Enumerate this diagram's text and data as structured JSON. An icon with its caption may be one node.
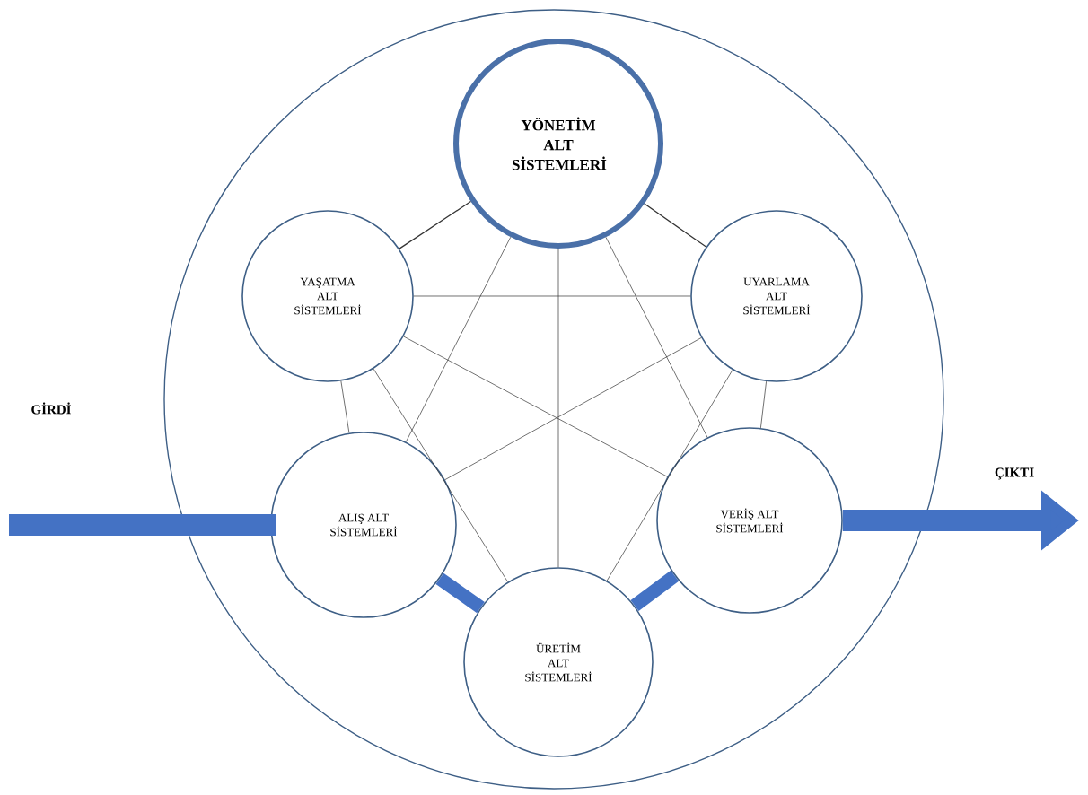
{
  "diagram": {
    "nodes": [
      {
        "text": [],
        "shape": "circle"
      },
      {
        "text": [
          "YÖNETİM ALT SİSTEMLERİ"
        ],
        "in": 0
      },
      {
        "text": [
          "YAŞATMA ALT SİSTEMLERİ"
        ],
        "in": 0
      },
      {
        "text": [
          "UYARLAMA ALT SİSTEMLERİ"
        ],
        "in": 0
      },
      {
        "text": [
          "ALIŞ ALT SİSTEMLERİ"
        ],
        "in": 0
      },
      {
        "text": [
          "VERİŞ ALT SİSTEMLERİ"
        ],
        "in": 0
      },
      {
        "text": [
          "ÜRETİM ALT SİSTEMLERİ"
        ],
        "in": 0
      }
    ],
    "edges": [
      {
        "from": 1,
        "to": 2,
        "arrow": "none"
      },
      {
        "from": 1,
        "to": 3,
        "arrow": "none"
      },
      {
        "from": 1,
        "to": 4,
        "arrow": "none"
      },
      {
        "from": 1,
        "to": 5,
        "arrow": "none"
      },
      {
        "from": 1,
        "to": 6,
        "arrow": "none"
      },
      {
        "from": 2,
        "to": 3,
        "arrow": "none"
      },
      {
        "from": 2,
        "to": 4,
        "arrow": "none"
      },
      {
        "from": 2,
        "to": 5,
        "arrow": "none"
      },
      {
        "from": 2,
        "to": 6,
        "arrow": "none"
      },
      {
        "from": 3,
        "to": 4,
        "arrow": "none"
      },
      {
        "from": 3,
        "to": 5,
        "arrow": "none"
      },
      {
        "from": 3,
        "to": 6,
        "arrow": "none"
      },
      {
        "from": 4,
        "to": 6,
        "arrow": "none",
        "style": "thick",
        "color": "#4472c4"
      },
      {
        "from": 5,
        "to": 6,
        "arrow": "none",
        "style": "thick",
        "color": "#4472c4"
      },
      {
        "from": null,
        "to": 4,
        "arrow": "none",
        "style": "thick",
        "color": "#4472c4"
      },
      {
        "from": 5,
        "to": null,
        "arrow": "to",
        "style": "thick",
        "color": "#4472c4"
      }
    ],
    "labels": [
      "GİRDİ",
      "ÇIKTI"
    ]
  }
}
